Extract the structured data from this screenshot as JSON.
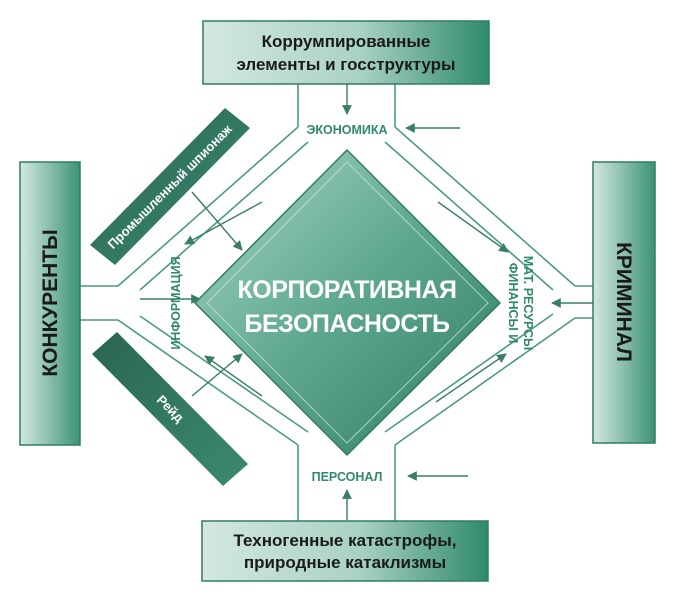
{
  "colors": {
    "box_light": "#d3e8df",
    "box_mid": "#8fc1ae",
    "box_dark": "#2f8a6d",
    "box_stroke": "#2f7d62",
    "channel_stroke": "#4a9c80",
    "arrow": "#3a7e68",
    "label_green": "#2f8a6d",
    "text_dark": "#1a1a1a",
    "text_white": "#ffffff",
    "diamond_light": "#9fd0bd",
    "diamond_dark": "#3d8f75",
    "strip_dark": "#2e6c5a"
  },
  "boxes": {
    "top": {
      "line1": "Коррумпированные",
      "line2": "элементы и госструктуры"
    },
    "bottom": {
      "line1": "Техногенные катастрофы,",
      "line2": "природные катаклизмы"
    },
    "left": {
      "label": "КОНКУРЕНТЫ"
    },
    "right": {
      "label": "КРИМИНАЛ"
    }
  },
  "strips": {
    "espionage": "Промышленный шпионаж",
    "raid": "Рейд"
  },
  "center": {
    "line1": "КОРПОРАТИВНАЯ",
    "line2": "БЕЗОПАСНОСТЬ"
  },
  "sides": {
    "economics": "ЭКОНОМИКА",
    "personnel": "ПЕРСОНАЛ",
    "information": "ИНФОРМАЦИЯ",
    "finance_line1": "ФИНАНСЫ И",
    "finance_line2": "МАТ. РЕСУРСЫ"
  }
}
